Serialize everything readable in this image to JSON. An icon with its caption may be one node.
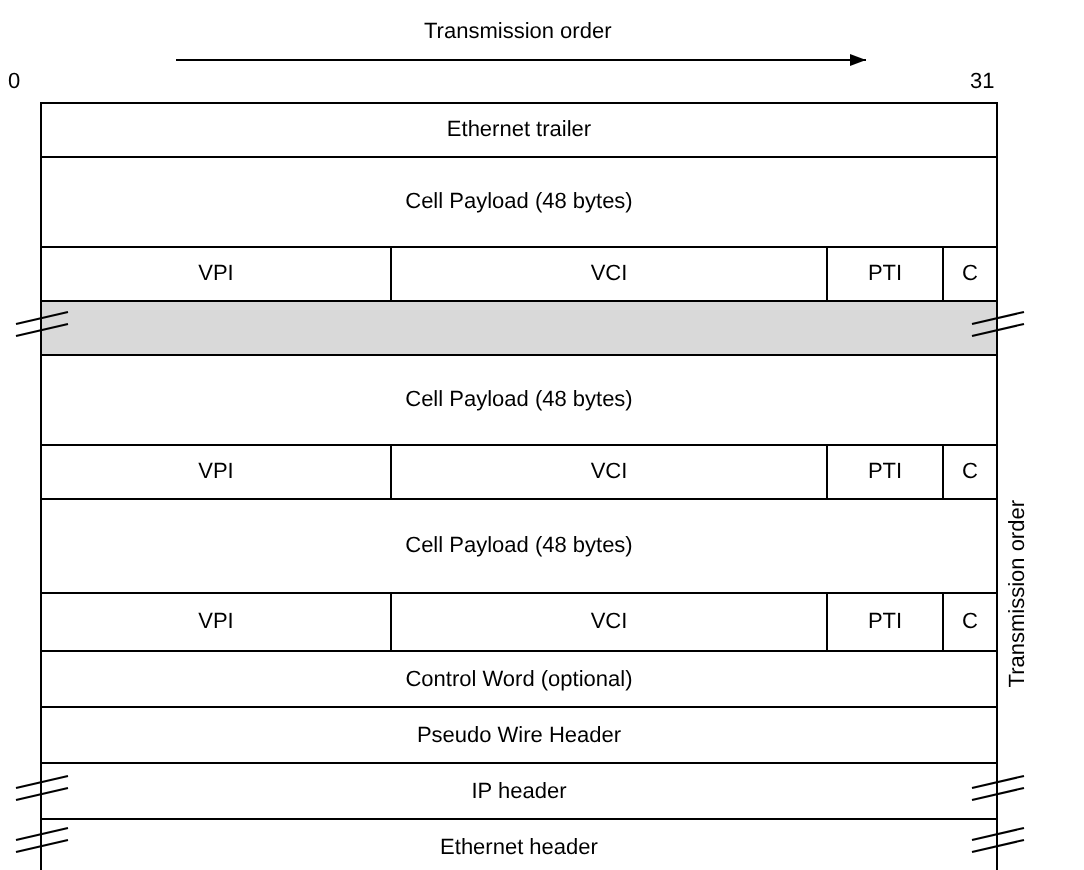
{
  "diagram": {
    "nodes": [
      {
        "text": [
          "Ethernet trailer"
        ]
      },
      {
        "text": [
          "Cell Payload (48 bytes)"
        ]
      },
      {
        "text": [
          "VPI"
        ]
      },
      {
        "text": [
          "VCI"
        ]
      },
      {
        "text": [
          "PTI"
        ]
      },
      {
        "text": [
          "C"
        ]
      },
      {
        "text": [],
        "shape": "bar"
      },
      {
        "text": [
          "Cell Payload (48 bytes)"
        ]
      },
      {
        "text": [
          "VPI"
        ]
      },
      {
        "text": [
          "VCI"
        ]
      },
      {
        "text": [
          "PTI"
        ]
      },
      {
        "text": [
          "C"
        ]
      },
      {
        "text": [
          "Cell Payload (48 bytes)"
        ]
      },
      {
        "text": [
          "VPI"
        ]
      },
      {
        "text": [
          "VCI"
        ]
      },
      {
        "text": [
          "PTI"
        ]
      },
      {
        "text": [
          "C"
        ]
      },
      {
        "text": [
          "Control Word (optional)"
        ]
      },
      {
        "text": [
          "Pseudo Wire Header"
        ]
      },
      {
        "text": [
          "IP header"
        ]
      },
      {
        "text": [
          "Ethernet header"
        ]
      }
    ],
    "labels": [
      "Transmission order",
      "0",
      "31",
      "Transmission order"
    ]
  }
}
